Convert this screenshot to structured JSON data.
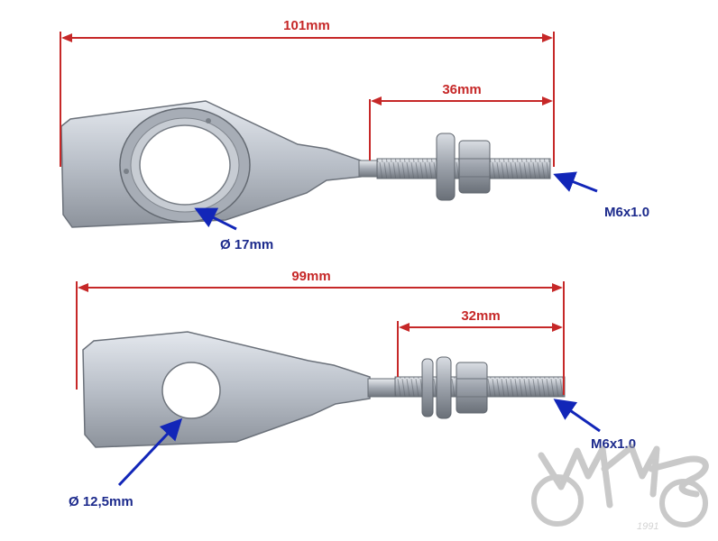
{
  "top_part": {
    "overall_length": "101mm",
    "thread_length": "36mm",
    "hole_diameter": "Ø 17mm",
    "thread_spec": "M6x1.0"
  },
  "bottom_part": {
    "overall_length": "99mm",
    "thread_length": "32mm",
    "hole_diameter": "Ø 12,5mm",
    "thread_spec": "M6x1.0"
  },
  "logo": {
    "text": "WYMAS",
    "year": "1991"
  },
  "colors": {
    "dimension": "#c62828",
    "callout": "#1226b8",
    "metal": "#c9ced6"
  }
}
